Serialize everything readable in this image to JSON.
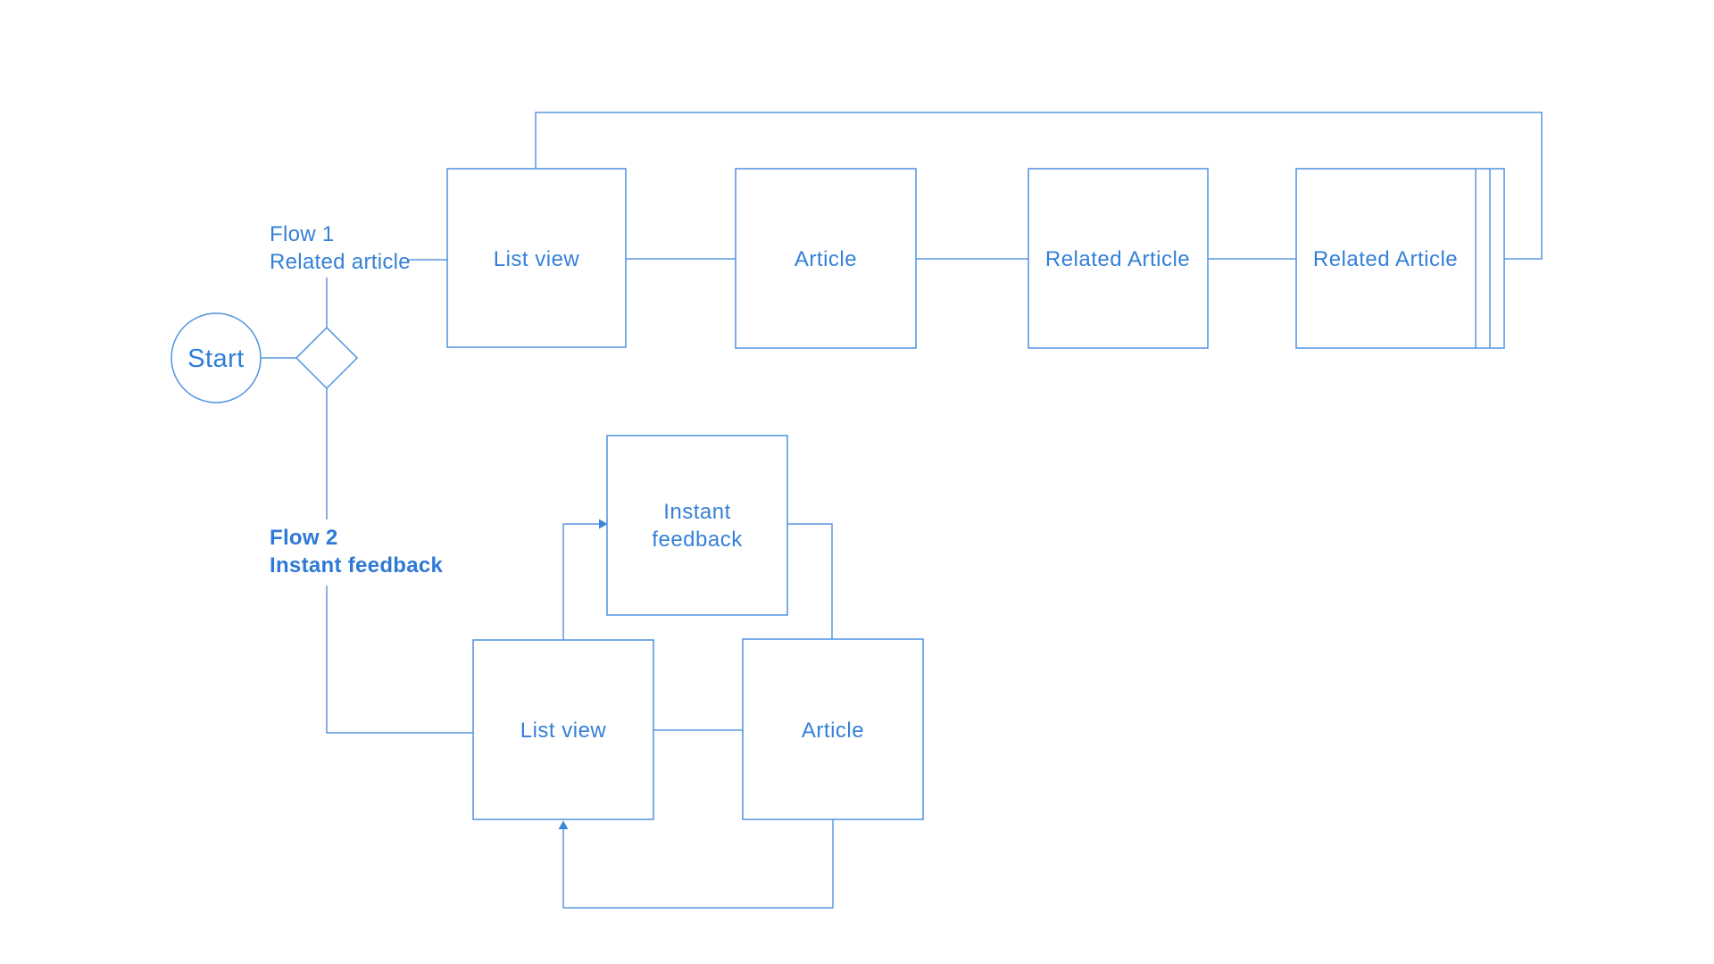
{
  "colors": {
    "background": "#ffffff",
    "line_stroke": "#5b97dd",
    "shape_stroke": "#4e92e0",
    "node_text": "#3580d7",
    "flow_label_text": "#3580d7",
    "flow_label_bold_text": "#2e78d6"
  },
  "start": {
    "label": "Start"
  },
  "flow1": {
    "title": "Flow 1",
    "subtitle": "Related article",
    "nodes": {
      "list_view": "List view",
      "article": "Article",
      "related_article": "Related Article",
      "related_article_stack": "Related Article"
    }
  },
  "flow2": {
    "title": "Flow 2",
    "subtitle": "Instant feedback",
    "nodes": {
      "instant_feedback_line1": "Instant",
      "instant_feedback_line2": "feedback",
      "list_view": "List view",
      "article": "Article"
    }
  }
}
